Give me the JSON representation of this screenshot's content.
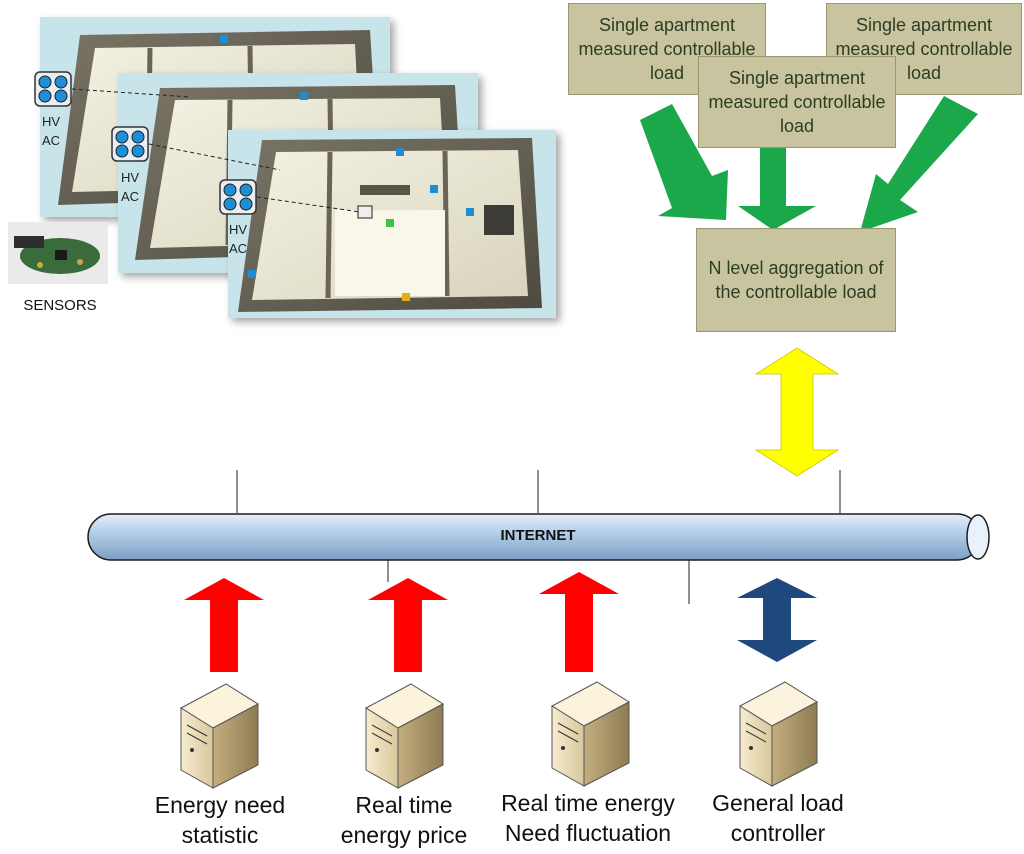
{
  "apartments": {
    "hvac_line1": "HV",
    "hvac_line2": "AC",
    "sensors_label": "SENSORS"
  },
  "load_boxes": [
    {
      "text": "Single apartment measured controllable load"
    },
    {
      "text": "Single apartment measured controllable load"
    },
    {
      "text": "Single apartment measured controllable load"
    }
  ],
  "aggregation_box": {
    "text": "N level aggregation of the controllable load"
  },
  "internet_label": "INTERNET",
  "servers": [
    {
      "line1": "Energy need",
      "line2": "statistic",
      "arrow": "up",
      "arrow_color": "#ff0000"
    },
    {
      "line1": "Real time",
      "line2": "energy price",
      "arrow": "up",
      "arrow_color": "#ff0000"
    },
    {
      "line1": "Real time energy",
      "line2": "Need fluctuation",
      "arrow": "up",
      "arrow_color": "#ff0000"
    },
    {
      "line1": "General load",
      "line2": "controller",
      "arrow": "both",
      "arrow_color": "#1f497d"
    }
  ],
  "colors": {
    "green_arrow": "#1aa84a",
    "yellow_arrow": "#ffff00",
    "box_fill": "#c8c4a0",
    "pipe": "#a9c6e4"
  }
}
